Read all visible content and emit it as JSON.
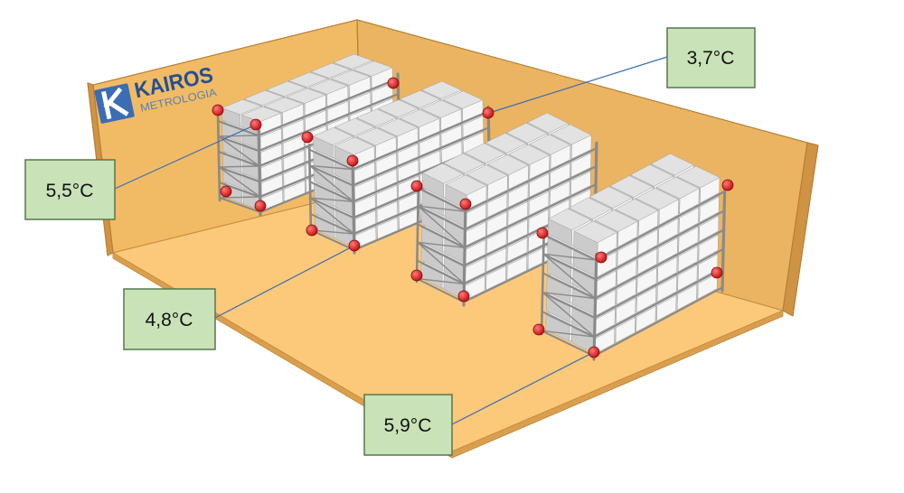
{
  "logo": {
    "title": "KAIROS",
    "subtitle": "METROLOGIA",
    "icon": "kairos-monogram-icon"
  },
  "callouts": [
    {
      "label": "3,7°C"
    },
    {
      "label": "5,5°C"
    },
    {
      "label": "4,8°C"
    },
    {
      "label": "5,9°C"
    }
  ],
  "colors": {
    "wall_left": "#f1bb66",
    "wall_right": "#ebb462",
    "wall_edge": "#cf9345",
    "floor": "#fcc97a",
    "floor_edge": "#d99f4f",
    "callout_fill": "#c9e2b8",
    "leader_line": "#3c6eb4",
    "sensor": "#c40d0d",
    "sensor_edge": "#7e0909",
    "rack": "#8a8a8a",
    "box_front": "#f6f6f6",
    "box_top": "#e2e2e2",
    "box_side": "#cbcbcb",
    "box_edge": "#a2a2a2",
    "logo_primary": "#24508f",
    "logo_secondary": "#5d80b0",
    "logo_icon": "#3a6db4"
  }
}
